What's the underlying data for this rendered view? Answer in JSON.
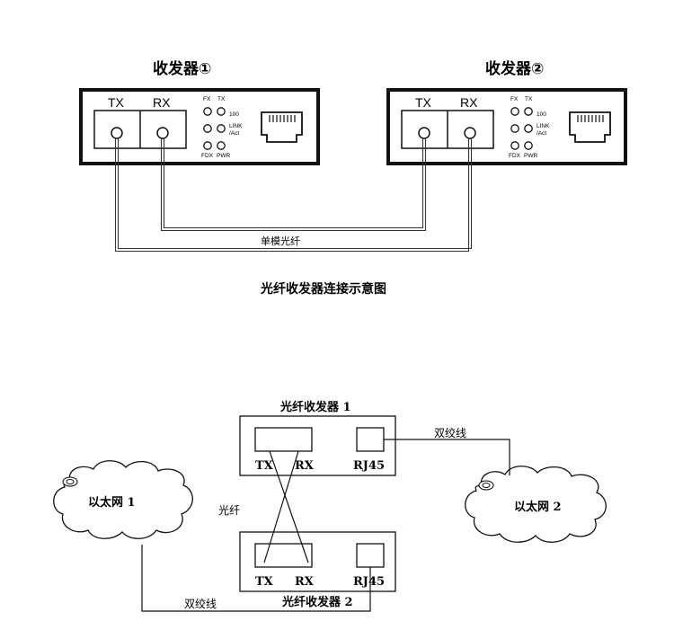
{
  "top": {
    "unit1_title": "收发器①",
    "unit2_title": "收发器②",
    "tx": "TX",
    "rx": "RX",
    "led_fx": "FX",
    "led_tx": "TX",
    "led_100": "100",
    "led_link": "LINK",
    "led_act": "/Act",
    "led_fdx": "FDX",
    "led_pwr": "PWR",
    "fiber_label": "单模光纤",
    "caption": "光纤收发器连接示意图"
  },
  "bottom": {
    "unit1_title": "光纤收发器 1",
    "unit2_title": "光纤收发器 2",
    "tx": "TX",
    "rx": "RX",
    "rj45": "RJ45",
    "twisted_pair_top": "双绞线",
    "twisted_pair_bottom": "双绞线",
    "fiber": "光纤",
    "ethernet1": "以太网 1",
    "ethernet2": "以太网 2"
  },
  "colors": {
    "line": "#111111",
    "fill": "#ffffff",
    "wire": "#333333"
  }
}
